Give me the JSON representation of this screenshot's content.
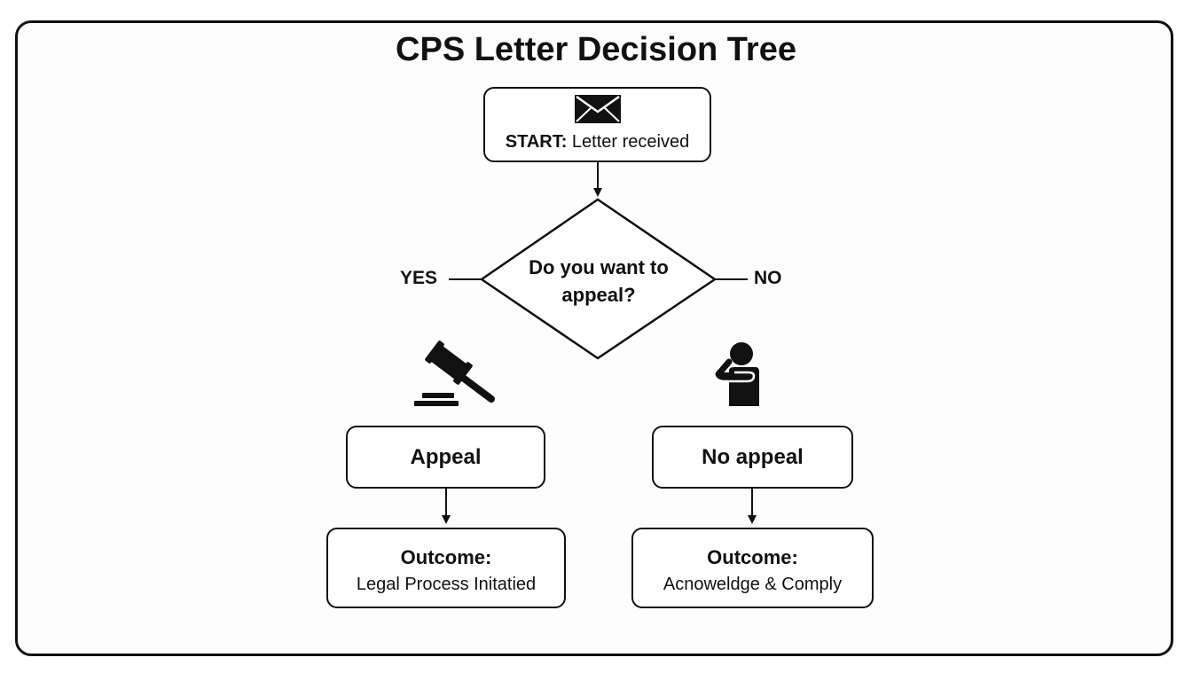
{
  "title": "CPS Letter Decision Tree",
  "start": {
    "icon": "envelope-icon",
    "label_bold": "START:",
    "label_rest": " Letter received"
  },
  "decision": {
    "question": "Do you want to appeal?",
    "yes_label": "YES",
    "no_label": "NO"
  },
  "branches": {
    "left": {
      "icon": "gavel-icon",
      "choice": "Appeal",
      "outcome_title": "Outcome:",
      "outcome_desc": "Legal Process Initatied"
    },
    "right": {
      "icon": "person-thinking-icon",
      "choice": "No appeal",
      "outcome_title": "Outcome:",
      "outcome_desc": "Acnoweldge & Comply"
    }
  },
  "colors": {
    "stroke": "#111111",
    "background": "#ffffff"
  }
}
